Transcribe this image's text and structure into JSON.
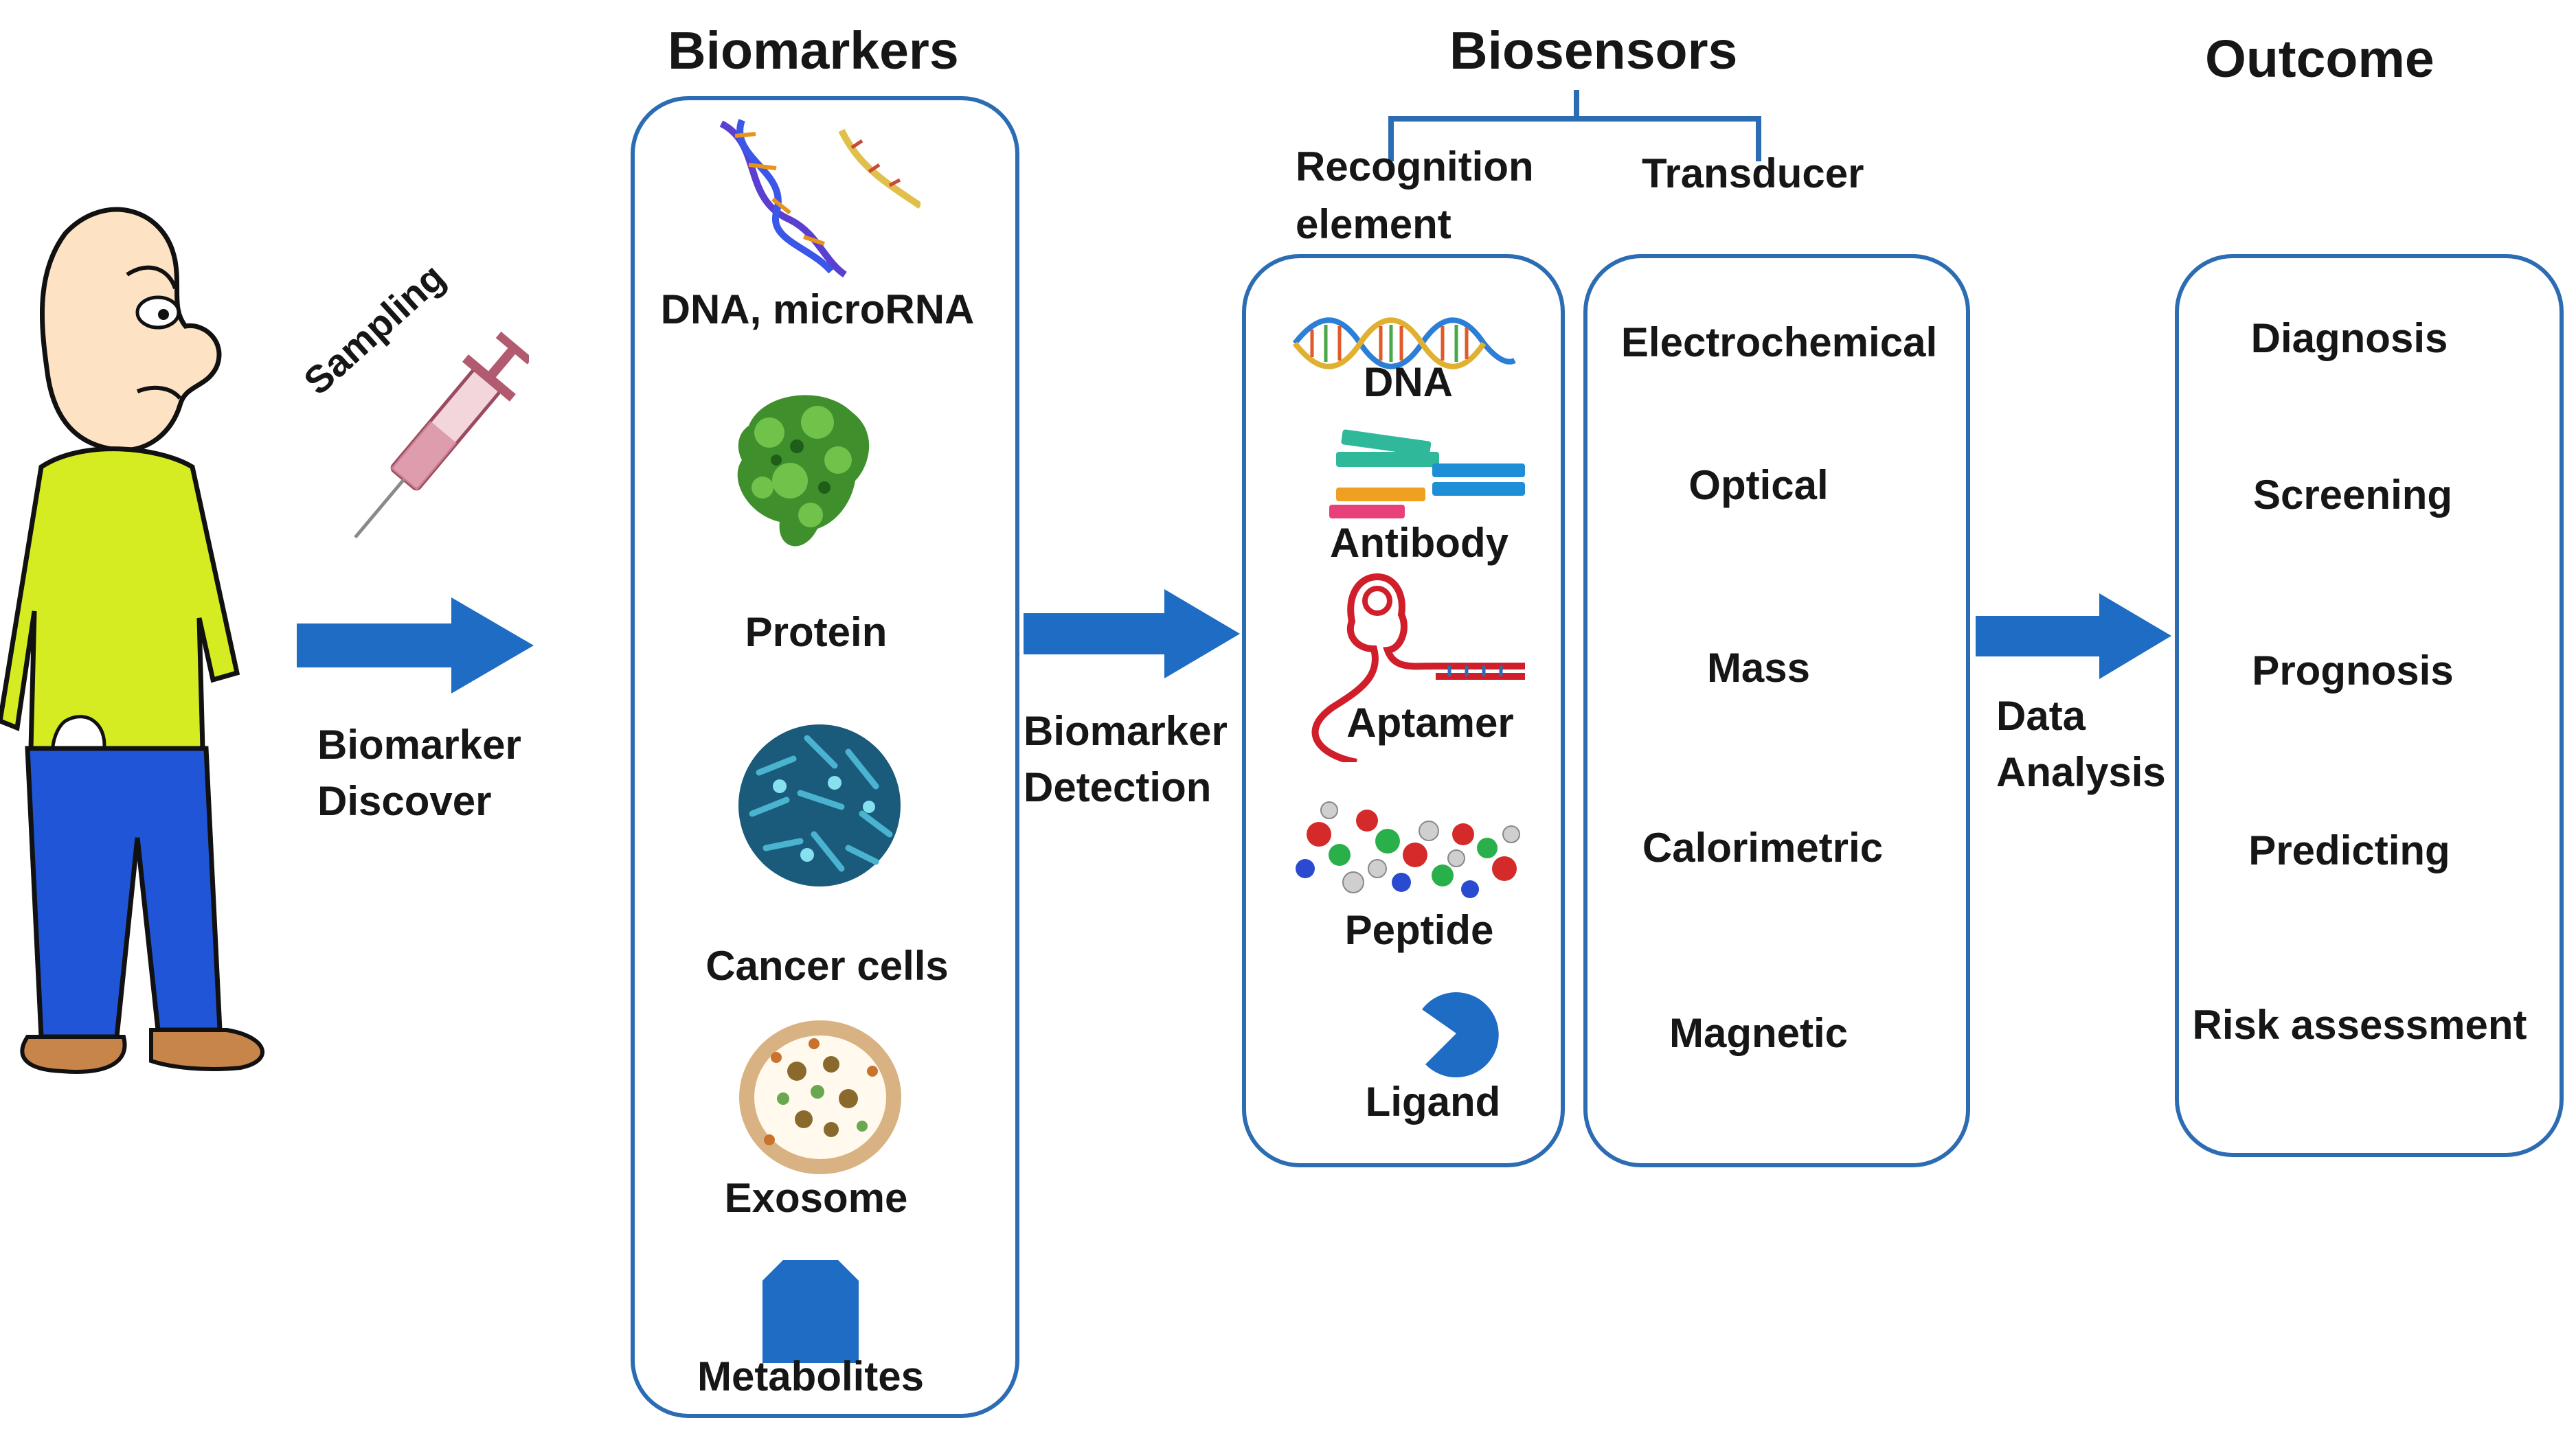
{
  "colors": {
    "box_border": "#2b6cb3",
    "arrow": "#1e6cc4",
    "text": "#161616"
  },
  "headers": {
    "biomarkers": "Biomarkers",
    "biosensors": "Biosensors",
    "outcome": "Outcome"
  },
  "biosensor_parts": {
    "recognition_line1": "Recognition",
    "recognition_line2": "element",
    "transducer": "Transducer"
  },
  "person": {
    "sampling": "Sampling"
  },
  "arrows": {
    "discover_line1": "Biomarker",
    "discover_line2": "Discover",
    "detection_line1": "Biomarker",
    "detection_line2": "Detection",
    "analysis_line1": "Data",
    "analysis_line2": "Analysis"
  },
  "biomarkers": [
    {
      "label": "DNA, microRNA",
      "icon": "dna-helix-icon"
    },
    {
      "label": "Protein",
      "icon": "protein-icon"
    },
    {
      "label": "Cancer cells",
      "icon": "cancer-cell-icon"
    },
    {
      "label": "Exosome",
      "icon": "exosome-icon"
    },
    {
      "label": "Metabolites",
      "icon": "metabolite-icon"
    }
  ],
  "recognition_elements": [
    {
      "label": "DNA",
      "icon": "dna-strand-icon"
    },
    {
      "label": "Antibody",
      "icon": "antibody-icon"
    },
    {
      "label": "Aptamer",
      "icon": "aptamer-icon"
    },
    {
      "label": "Peptide",
      "icon": "peptide-icon"
    },
    {
      "label": "Ligand",
      "icon": "ligand-icon"
    }
  ],
  "transducers": [
    "Electrochemical",
    "Optical",
    "Mass",
    "Calorimetric",
    "Magnetic"
  ],
  "outcomes": [
    "Diagnosis",
    "Screening",
    "Prognosis",
    "Predicting",
    "Risk assessment"
  ]
}
